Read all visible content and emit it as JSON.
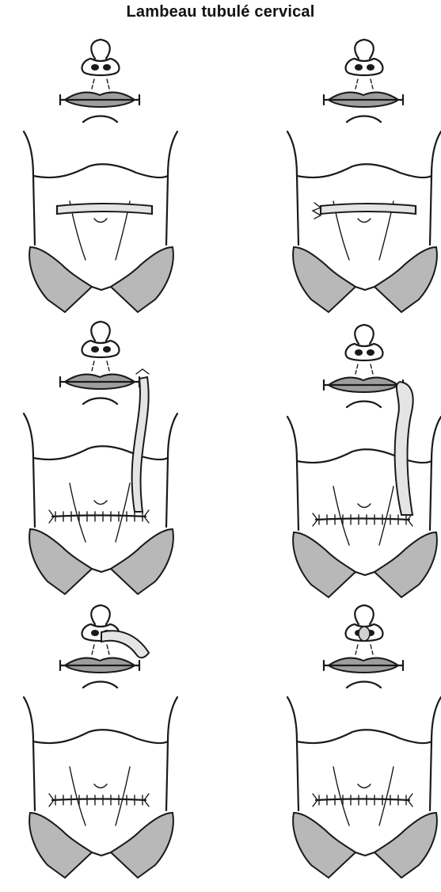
{
  "title": "Lambeau tubulé cervical",
  "colors": {
    "ink": "#1a1a1a",
    "collar_fill": "#b8b8b8",
    "lip_fill": "#9e9e9e",
    "flap_fill": "#e4e4e4",
    "background": "#ffffff"
  },
  "panels": [
    {
      "step": 1,
      "stage": "cervical-tube-flap-raised",
      "suture_line": false,
      "flap": "horizontal-tube"
    },
    {
      "step": 2,
      "stage": "tube-end-freed",
      "suture_line": false,
      "flap": "horizontal-tube-end-cut"
    },
    {
      "step": 3,
      "stage": "tube-migrated-to-lip",
      "suture_line": true,
      "flap": "vertical-tube-to-lip"
    },
    {
      "step": 4,
      "stage": "tube-attached-to-lip",
      "suture_line": true,
      "flap": "vertical-tube-attached"
    },
    {
      "step": 5,
      "stage": "tube-transferred-to-nose",
      "suture_line": true,
      "flap": "lip-to-nose-tube"
    },
    {
      "step": 6,
      "stage": "final-result",
      "suture_line": true,
      "flap": "none"
    }
  ]
}
